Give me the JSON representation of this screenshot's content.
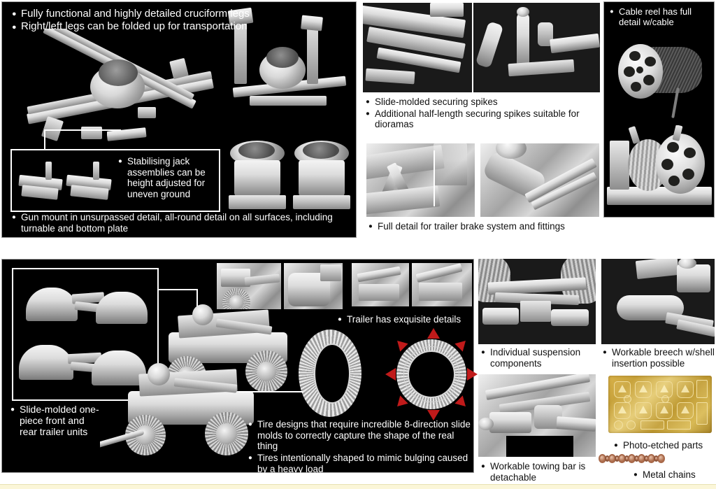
{
  "page": {
    "background": "#ffffff",
    "panel_background": "#000000",
    "text_on_dark": "#ffffff",
    "text_on_light": "#111111",
    "accent_red": "#c01a1a",
    "brass": "#d2a83f",
    "chain_copper": "#a8694a",
    "bottom_strip_color": "#fbf6d8"
  },
  "panels": {
    "cruciform": {
      "name": "cruciform-legs-panel",
      "bullets": [
        "Fully functional and highly detailed cruciform legs",
        "Right/left legs can be folded up for transportation"
      ],
      "inset": {
        "name": "stabilising-jack-inset",
        "bullets": [
          "Stabilising jack assemblies can be height adjusted for uneven ground"
        ]
      },
      "footer_bullets": [
        "Gun mount in unsurpassed detail, all-round detail on all surfaces, including turnable and bottom plate"
      ]
    },
    "spikes": {
      "name": "securing-spikes-panel",
      "bullets": [
        "Slide-molded securing spikes",
        "Additional half-length securing spikes suitable for dioramas"
      ]
    },
    "brakes": {
      "name": "trailer-brake-panel",
      "bullets": [
        "Full detail for trailer brake system and fittings"
      ]
    },
    "cable_reel": {
      "name": "cable-reel-panel",
      "bullets": [
        "Cable reel has full detail w/cable"
      ]
    },
    "trailer": {
      "name": "trailer-units-panel",
      "inset": {
        "name": "trailer-mudguards-inset"
      },
      "bullets_left": [
        "Slide-molded one-piece front and rear trailer units"
      ],
      "bullet_trailer_details": "Trailer has exquisite details",
      "bullets_tires": [
        "Tire designs that require incredible 8-direction slide molds to correctly capture the shape of the real thing",
        "Tires intentionally shaped to mimic bulging caused by a heavy load"
      ],
      "tire_arrow_directions": 8
    },
    "suspension": {
      "name": "suspension-panel",
      "bullets": [
        "Individual suspension components"
      ]
    },
    "breech": {
      "name": "breech-panel",
      "bullets": [
        "Workable breech w/shell insertion possible"
      ]
    },
    "towing_bar": {
      "name": "towing-bar-panel",
      "bullets": [
        "Workable towing bar is detachable"
      ]
    },
    "photo_etch": {
      "name": "photo-etched-parts-panel",
      "bullets": [
        "Photo-etched parts"
      ]
    },
    "metal_chains": {
      "name": "metal-chains-panel",
      "bullets": [
        "Metal chains"
      ]
    }
  }
}
